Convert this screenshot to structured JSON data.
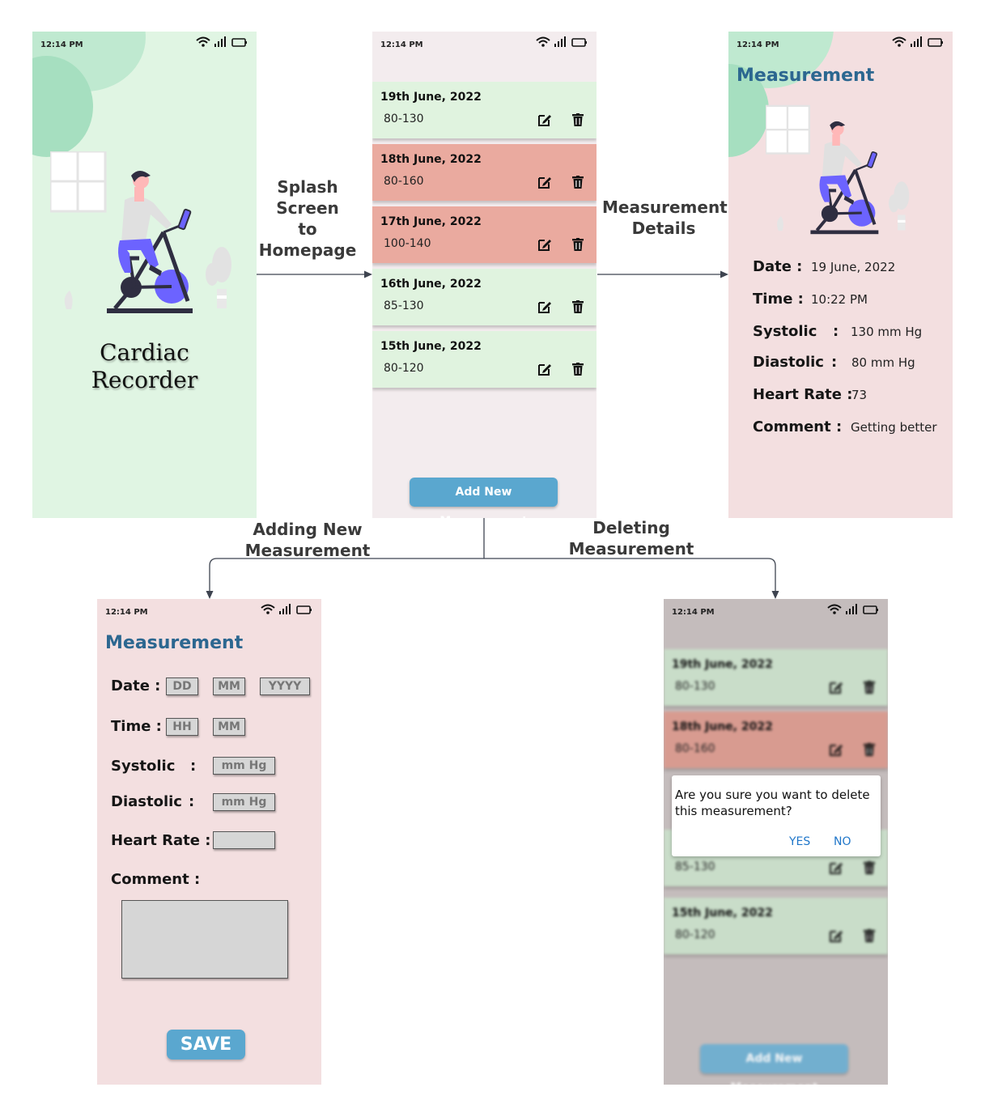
{
  "status_bar": {
    "time": "12:14 PM"
  },
  "splash": {
    "title_line1": "Cardiac",
    "title_line2": "Recorder"
  },
  "flow": {
    "to_home": [
      "Splash",
      "Screen",
      "to",
      "Homepage"
    ],
    "to_details": [
      "Measurement",
      "Details"
    ],
    "to_add": [
      "Adding New",
      "Measurement"
    ],
    "to_delete": [
      "Deleting",
      "Measurement"
    ]
  },
  "home": {
    "items": [
      {
        "date": "19th June, 2022",
        "range": "80-130",
        "status": "normal"
      },
      {
        "date": "18th June, 2022",
        "range": "80-160",
        "status": "alert"
      },
      {
        "date": "17th June, 2022",
        "range": "100-140",
        "status": "alert"
      },
      {
        "date": "16th June, 2022",
        "range": "85-130",
        "status": "normal"
      },
      {
        "date": "15th June, 2022",
        "range": "80-120",
        "status": "normal"
      }
    ],
    "add_button": "Add New Measurement"
  },
  "details": {
    "title": "Measurement",
    "rows": [
      {
        "label": "Date :",
        "value": "19 June, 2022"
      },
      {
        "label": "Time :",
        "value": "10:22 PM"
      },
      {
        "label": "Systolic",
        "sep": ":",
        "value": "130 mm Hg"
      },
      {
        "label": "Diastolic",
        "sep": ":",
        "value": "80 mm Hg"
      },
      {
        "label": "Heart Rate :",
        "value": "73"
      },
      {
        "label": "Comment :",
        "value": "Getting better"
      }
    ]
  },
  "add_form": {
    "title": "Measurement",
    "date_label": "Date :",
    "date_placeholders": [
      "DD",
      "MM",
      "YYYY"
    ],
    "time_label": "Time :",
    "time_placeholders": [
      "HH",
      "MM"
    ],
    "systolic_label": "Systolic",
    "systolic_unit": "mm Hg",
    "diastolic_label": "Diastolic",
    "diastolic_unit": "mm Hg",
    "heart_rate_label": "Heart Rate :",
    "comment_label": "Comment :",
    "colon": ":",
    "save_button": "SAVE"
  },
  "delete_screen": {
    "items": [
      {
        "date": "19th June, 2022",
        "range": "80-130",
        "status": "normal"
      },
      {
        "date": "18th June, 2022",
        "range": "80-160",
        "status": "alert"
      },
      {
        "date": "",
        "range": "85-130",
        "status": "normal"
      },
      {
        "date": "15th June, 2022",
        "range": "80-120",
        "status": "normal"
      }
    ],
    "dialog_message": "Are you sure you want to delete this measurement?",
    "yes": "YES",
    "no": "NO",
    "add_button": "Add New Measurement"
  },
  "colors": {
    "splash_bg": "#e0f5e3",
    "home_bg": "#f3ecee",
    "details_bg": "#f3dfe0",
    "form_bg": "#f3dfe0",
    "card_normal": "#e0f3df",
    "card_alert": "#eaaa9f",
    "accent_blue": "#5aa7cf",
    "title_blue": "#2c6790",
    "illustration_purple": "#6c63ff"
  }
}
